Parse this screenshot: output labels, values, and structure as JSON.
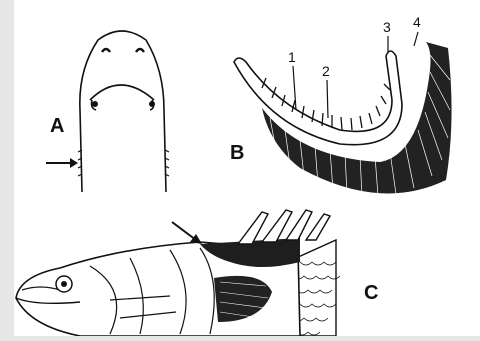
{
  "panels": {
    "a": {
      "letter": "A"
    },
    "b": {
      "letter": "B",
      "callouts": [
        "1",
        "2",
        "3",
        "4"
      ]
    },
    "c": {
      "letter": "C"
    }
  },
  "colors": {
    "background": "#e7e7e7",
    "panel": "#ffffff",
    "ink": "#111111"
  }
}
